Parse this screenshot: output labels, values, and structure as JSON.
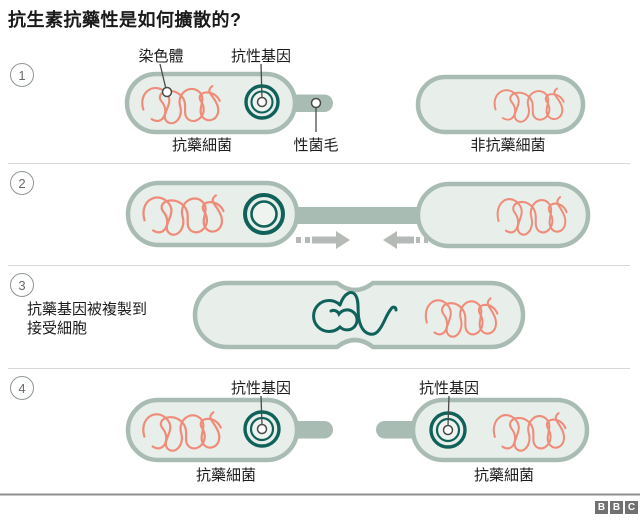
{
  "title": "抗生素抗藥性是如何擴散的?",
  "colors": {
    "cell_fill": "#e8eeea",
    "cell_border": "#a9bcb4",
    "chromosome": "#ef8c79",
    "plasmid": "#0f615a",
    "arrow": "#b5bab7",
    "label_text": "#1c1c1c",
    "step_circle": "#8f9693",
    "divider": "#d8d8d8",
    "footer_divider": "#8f8f8f",
    "logo_bg": "#717171"
  },
  "steps": [
    {
      "number": "1",
      "labels": {
        "chromosome": "染色體",
        "resistance_gene": "抗性基因",
        "resistant_cell": "抗藥細菌",
        "pilus": "性菌毛",
        "non_resistant_cell": "非抗藥細菌"
      }
    },
    {
      "number": "2"
    },
    {
      "number": "3",
      "caption": [
        "抗藥基因被複製到",
        "接受細胞"
      ]
    },
    {
      "number": "4",
      "labels": {
        "resistance_gene_left": "抗性基因",
        "resistance_gene_right": "抗性基因",
        "resistant_cell_left": "抗藥細菌",
        "resistant_cell_right": "抗藥細菌"
      }
    }
  ],
  "footer": {
    "logo_letters": [
      "B",
      "B",
      "C"
    ]
  }
}
